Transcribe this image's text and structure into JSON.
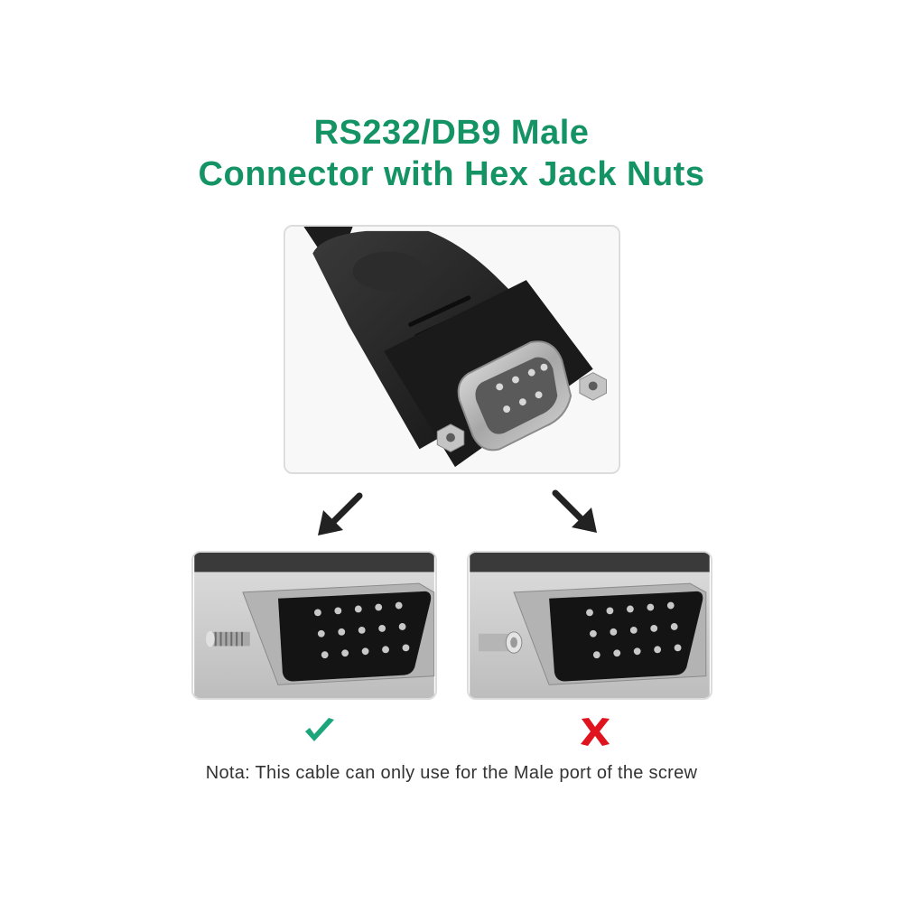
{
  "title": {
    "line1": "RS232/DB9 Male",
    "line2": "Connector with Hex Jack Nuts"
  },
  "colors": {
    "title": "#149465",
    "check": "#1aa57a",
    "cross": "#e0141e",
    "note": "#333333",
    "panel_border": "#dcdcdc"
  },
  "images": {
    "main": "db9-male-connector-with-hex-jack-nuts",
    "left": "female-port-with-screw-studs",
    "right": "female-port-with-smooth-posts"
  },
  "icons": {
    "arrow_left": "arrow-down-left-icon",
    "arrow_right": "arrow-down-right-icon",
    "check": "check-icon",
    "cross": "cross-icon"
  },
  "note": "Nota: This cable can only use for the Male port of the screw"
}
